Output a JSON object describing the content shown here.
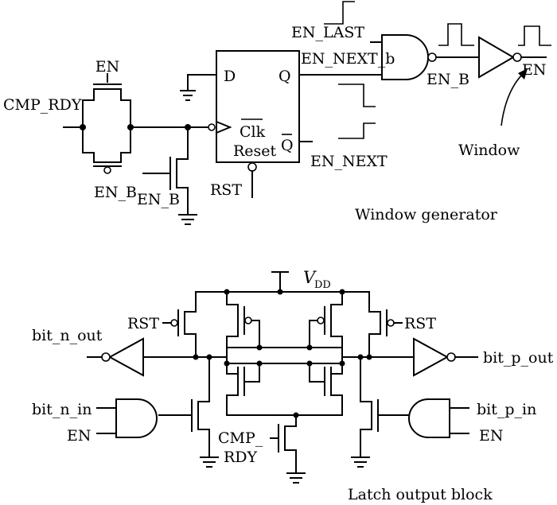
{
  "top": {
    "en": "EN",
    "cmp_rdy": "CMP_RDY",
    "en_b_tg": "EN_B",
    "en_b_nmos": "EN_B",
    "ff_d": "D",
    "ff_q": "Q",
    "ff_clk": "Clk",
    "ff_reset": "Reset",
    "ff_qbar": "Q",
    "rst": "RST",
    "en_last": "EN_LAST",
    "en_next_b": "EN_NEXT_b",
    "en_next": "EN_NEXT",
    "en_b_out": "EN_B",
    "en_out": "EN",
    "window": "Window",
    "caption": "Window generator"
  },
  "bottom": {
    "vdd_v": "V",
    "vdd_sub": "DD",
    "rst_left": "RST",
    "rst_right": "RST",
    "bit_n_out": "bit_n_out",
    "bit_p_out": "bit_p_out",
    "bit_n_in": "bit_n_in",
    "bit_p_in": "bit_p_in",
    "en_left": "EN",
    "en_right": "EN",
    "cmp": "CMP_",
    "rdy": "RDY",
    "caption": "Latch output block"
  }
}
